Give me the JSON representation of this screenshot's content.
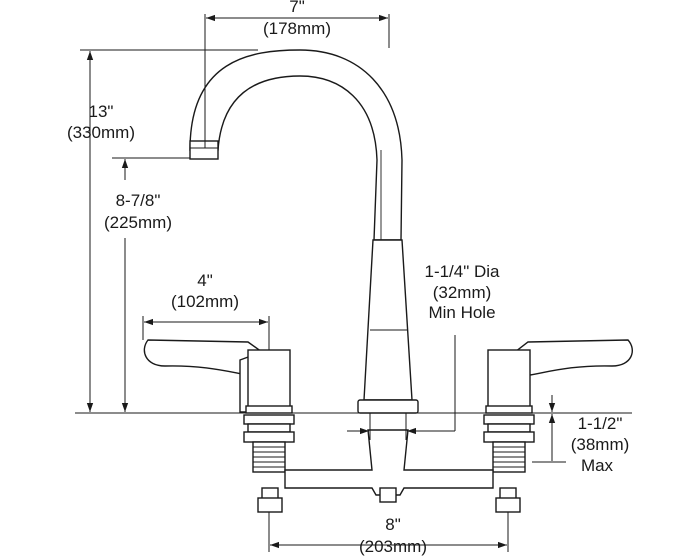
{
  "dimensions": {
    "spout_reach": {
      "imperial": "7\"",
      "metric": "(178mm)"
    },
    "overall_height": {
      "imperial": "13\"",
      "metric": "(330mm)"
    },
    "spout_height": {
      "imperial": "8-7/8\"",
      "metric": "(225mm)"
    },
    "handle_length": {
      "imperial": "4\"",
      "metric": "(102mm)"
    },
    "hole": {
      "line1": "1-1/4\" Dia",
      "line2": "(32mm)",
      "line3": "Min Hole"
    },
    "shank": {
      "imperial": "1-1/2\"",
      "metric": "(38mm)",
      "note": "Max"
    },
    "centers": {
      "imperial": "8\"",
      "metric": "(203mm)"
    }
  }
}
